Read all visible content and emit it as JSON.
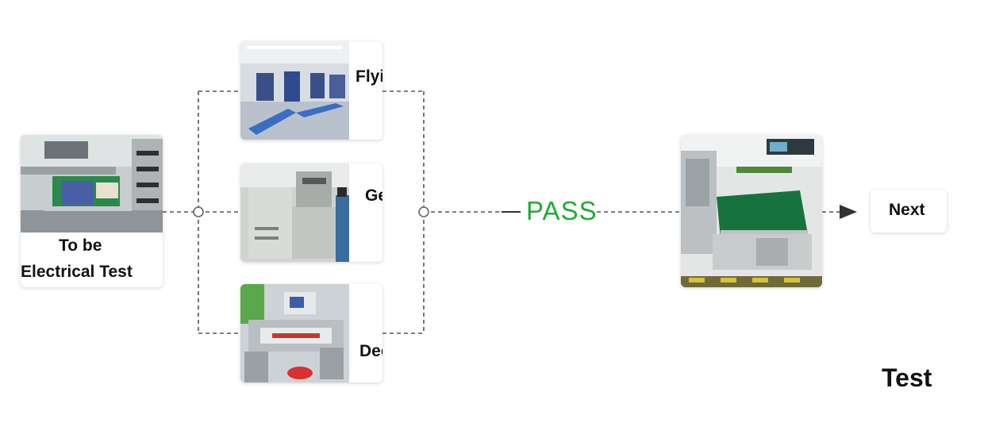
{
  "start": {
    "line1": "To be",
    "line2": "Electrical  Test"
  },
  "methods": {
    "flying_probe": "Flying probe",
    "general": "General Test",
    "dedicated": "Dedicated test"
  },
  "pass_label": "PASS",
  "next_label": "Next",
  "stage_title": "Test",
  "colors": {
    "pass": "#22aa33",
    "connector": "#555555",
    "arrow": "#333333"
  }
}
